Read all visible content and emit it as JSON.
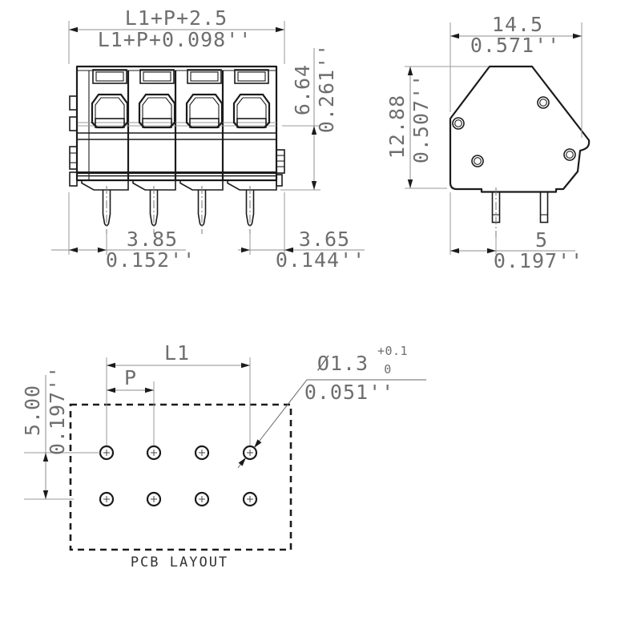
{
  "front_view": {
    "overall_width_mm": "L1+P+2.5",
    "overall_width_in": "L1+P+0.098''",
    "height_mm": "6.64",
    "height_in": "0.261''",
    "pin_edge_left_mm": "3.85",
    "pin_edge_left_in": "0.152''",
    "pin_edge_right_mm": "3.65",
    "pin_edge_right_in": "0.144''"
  },
  "side_view": {
    "depth_mm": "14.5",
    "depth_in": "0.571''",
    "height_mm": "12.88",
    "height_in": "0.507''",
    "pin_offset_mm": "5",
    "pin_offset_in": "0.197''"
  },
  "pcb_layout": {
    "caption": "PCB LAYOUT",
    "span_label": "L1",
    "pitch_label": "P",
    "row_spacing_mm": "5.00",
    "row_spacing_in": "0.197''",
    "hole_diameter_mm": "Ø1.3",
    "tolerance_upper": "+0.1",
    "tolerance_lower": "0",
    "hole_diameter_in": "0.051''"
  },
  "colors": {
    "line": "#1b1b1b",
    "dimension_line": "#8c8c8c",
    "dimension_text": "#6e6e6e",
    "background": "#ffffff"
  }
}
